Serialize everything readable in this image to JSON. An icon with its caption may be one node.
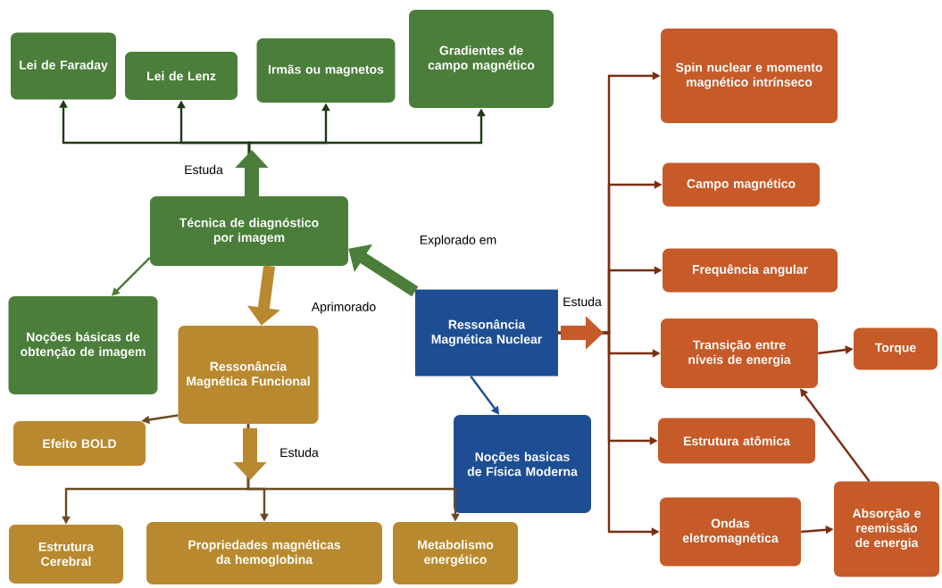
{
  "diagram": {
    "nodes": [
      {
        "text": [
          "Lei de Faraday"
        ]
      },
      {
        "text": [
          "Lei de Lenz"
        ]
      },
      {
        "text": [
          "Irmãs ou magnetos"
        ]
      },
      {
        "text": [
          "Gradientes de campo magnético"
        ]
      },
      {
        "text": [
          "Técnica de diagnóstico por imagem"
        ]
      },
      {
        "text": [
          "Noções básicas de obtenção de imagem"
        ]
      },
      {
        "text": [
          "Ressonância Magnética Funcional"
        ]
      },
      {
        "text": [
          "Efeito BOLD"
        ]
      },
      {
        "text": [
          "Estrutura Cerebral"
        ]
      },
      {
        "text": [
          "Propriedades magnéticas da hemoglobina"
        ]
      },
      {
        "text": [
          "Metabolismo energético"
        ]
      },
      {
        "text": [
          "Ressonância Magnética Nuclear"
        ]
      },
      {
        "text": [
          "Noções basicas de Física Moderna"
        ]
      },
      {
        "text": [
          "Spin nuclear e momento magnético intrínseco"
        ]
      },
      {
        "text": [
          "Campo magnético"
        ]
      },
      {
        "text": [
          "Frequência angular"
        ]
      },
      {
        "text": [
          "Transição entre níveis de energia"
        ]
      },
      {
        "text": [
          "Torque"
        ]
      },
      {
        "text": [
          "Estrutura atômica"
        ]
      },
      {
        "text": [
          "Ondas eletromagnética"
        ]
      },
      {
        "text": [
          "Absorção e reemissão de energia"
        ]
      }
    ],
    "edges": [
      {
        "from": 4,
        "to": 0,
        "arrow": "to",
        "label": "Estuda",
        "color": "#1f3a17"
      },
      {
        "from": 4,
        "to": 1,
        "arrow": "to",
        "color": "#1f3a17"
      },
      {
        "from": 4,
        "to": 2,
        "arrow": "to",
        "color": "#1f3a17"
      },
      {
        "from": 4,
        "to": 3,
        "arrow": "to",
        "color": "#1f3a17"
      },
      {
        "from": 11,
        "to": 4,
        "arrow": "to",
        "label": "Explorado em",
        "style": "thick",
        "color": "#4a7e3a"
      },
      {
        "from": 4,
        "to": 5,
        "arrow": "to",
        "color": "#4a7e3a"
      },
      {
        "from": 4,
        "to": 6,
        "arrow": "to",
        "label": "Aprimorado",
        "style": "thick",
        "color": "#b8892e"
      },
      {
        "from": 6,
        "to": 7,
        "arrow": "to",
        "color": "#6b4a22"
      },
      {
        "from": 6,
        "to": 8,
        "arrow": "to",
        "label": "Estuda",
        "color": "#6b4a22"
      },
      {
        "from": 6,
        "to": 9,
        "arrow": "to",
        "color": "#6b4a22"
      },
      {
        "from": 6,
        "to": 10,
        "arrow": "to",
        "color": "#6b4a22"
      },
      {
        "from": 11,
        "to": 12,
        "arrow": "to",
        "color": "#1d4e94"
      },
      {
        "from": 11,
        "to": 13,
        "arrow": "to",
        "label": "Estuda",
        "color": "#7a2e12"
      },
      {
        "from": 11,
        "to": 14,
        "arrow": "to",
        "color": "#7a2e12"
      },
      {
        "from": 11,
        "to": 15,
        "arrow": "to",
        "color": "#7a2e12"
      },
      {
        "from": 11,
        "to": 16,
        "arrow": "to",
        "color": "#7a2e12"
      },
      {
        "from": 11,
        "to": 18,
        "arrow": "to",
        "color": "#7a2e12"
      },
      {
        "from": 11,
        "to": 19,
        "arrow": "to",
        "color": "#7a2e12"
      },
      {
        "from": 16,
        "to": 17,
        "arrow": "to",
        "color": "#7a2e12"
      },
      {
        "from": 19,
        "to": 20,
        "arrow": "to",
        "color": "#7a2e12"
      },
      {
        "from": 20,
        "to": 16,
        "arrow": "to",
        "color": "#7a2e12"
      }
    ]
  }
}
